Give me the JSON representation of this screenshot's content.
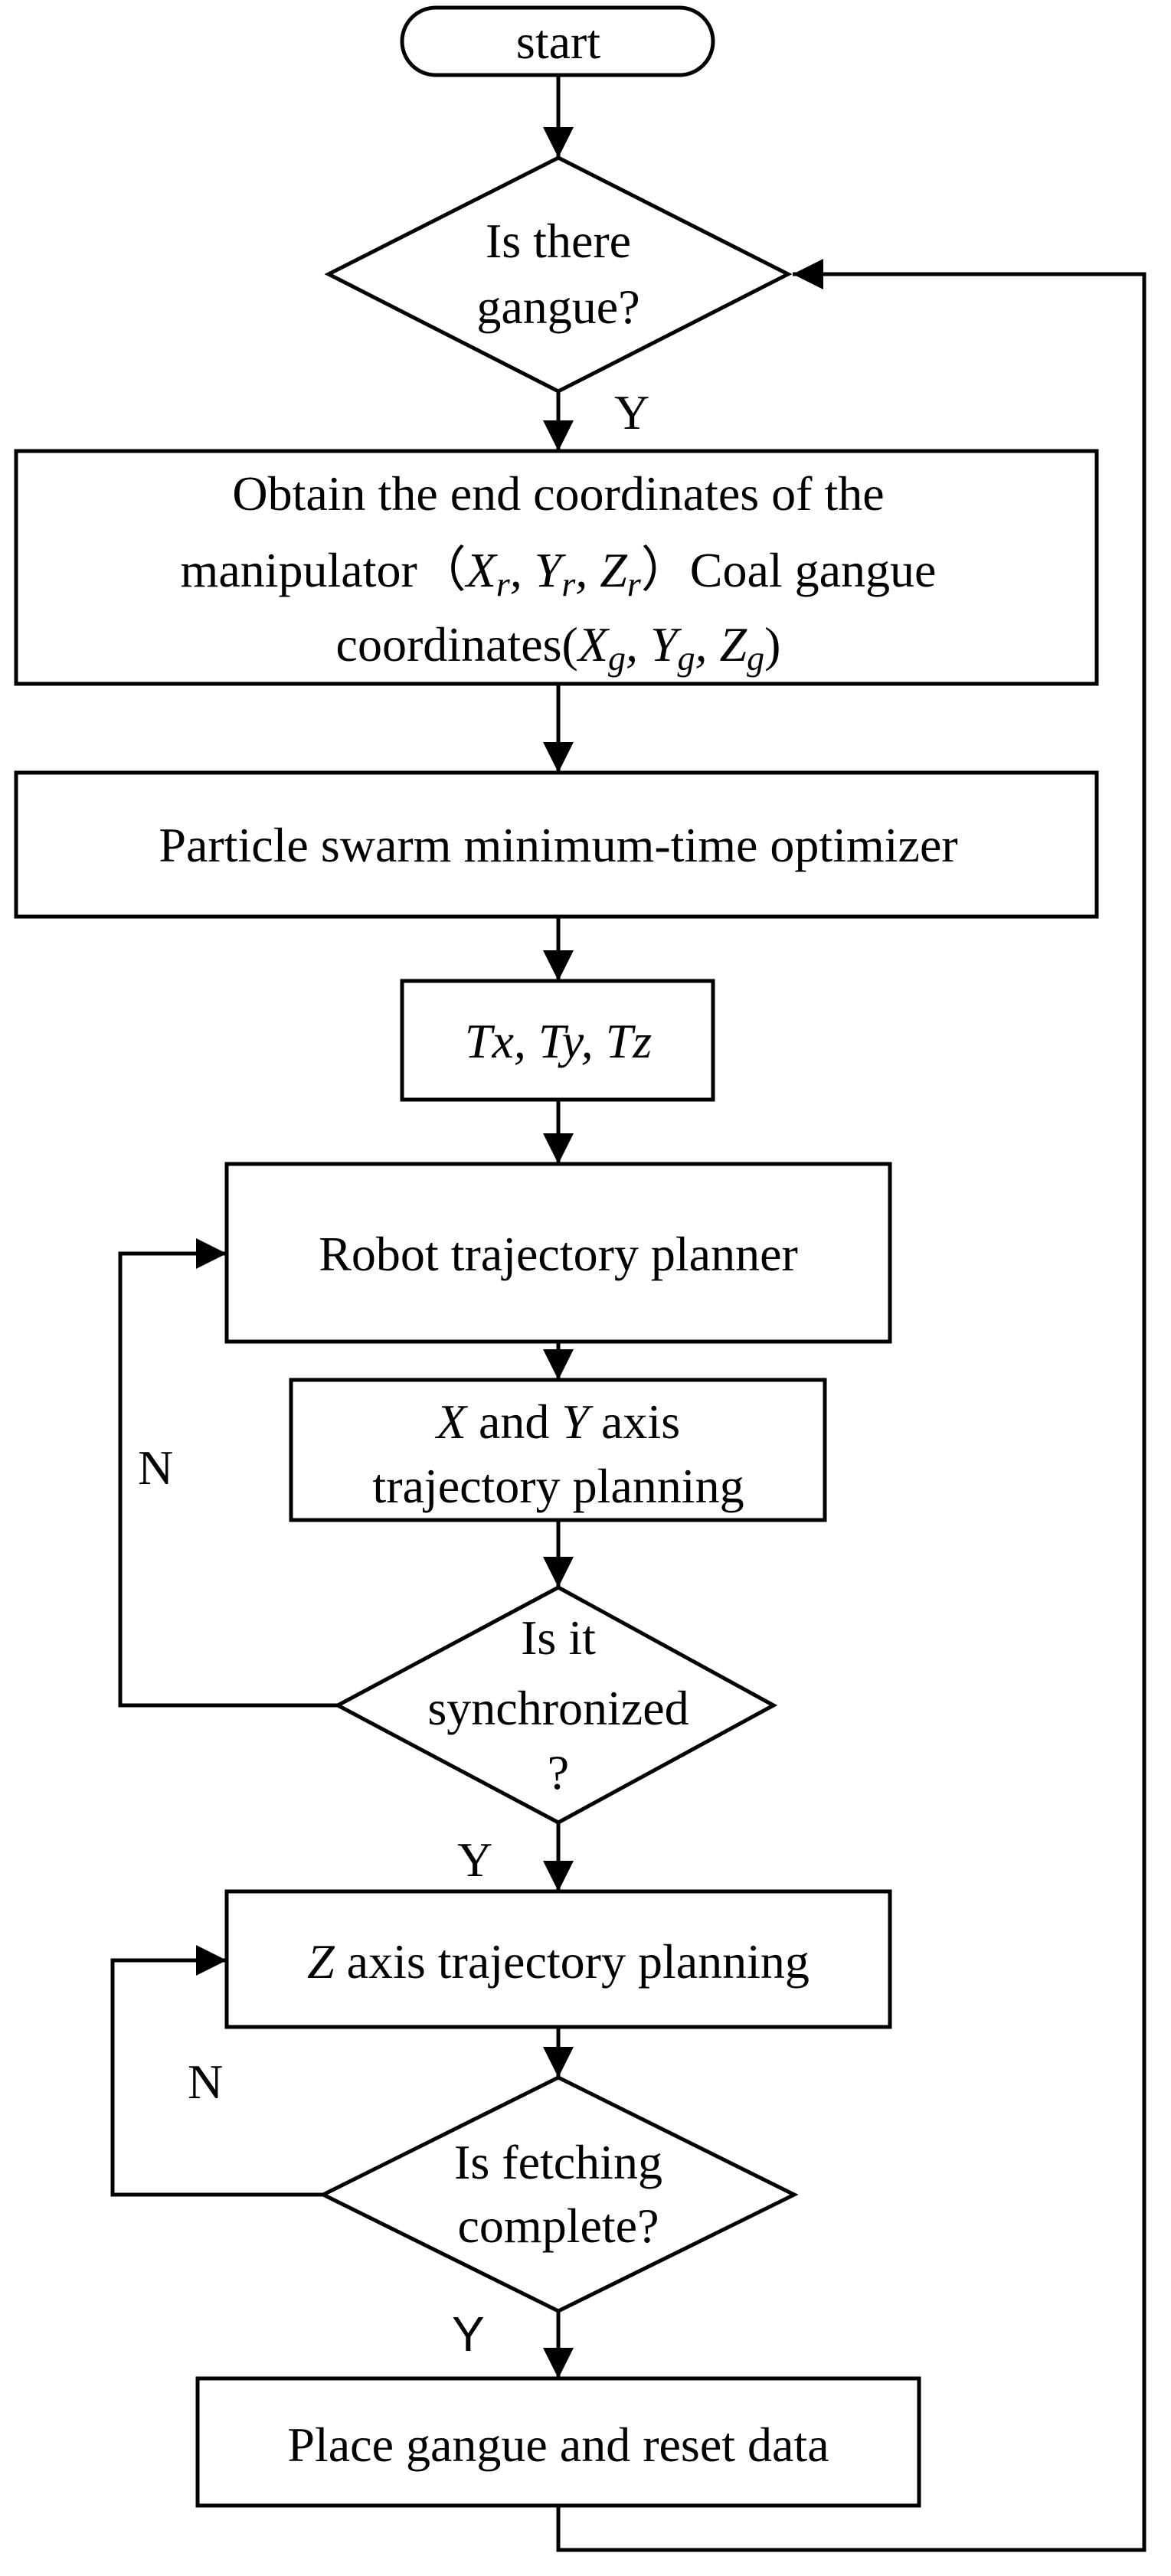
{
  "nodes": {
    "start": "start",
    "d1_line1": "Is there",
    "d1_line2": "gangue?",
    "obtain_line1": "Obtain the end coordinates of the",
    "obtain_line2_pre": "manipulator（",
    "obtain_line2_x": "X",
    "obtain_line2_xs": "r",
    "obtain_line2_y": "Y",
    "obtain_line2_ys": "r",
    "obtain_line2_z": "Z",
    "obtain_line2_zs": "r",
    "obtain_line2_post": "）Coal gangue",
    "obtain_line3_pre": "coordinates(",
    "obtain_line3_x": "X",
    "obtain_line3_xs": "g",
    "obtain_line3_y": "Y",
    "obtain_line3_ys": "g",
    "obtain_line3_z": "Z",
    "obtain_line3_zs": "g",
    "obtain_line3_post": ")",
    "pso": "Particle swarm minimum-time optimizer",
    "times": "Tx, Ty, Tz",
    "planner": "Robot trajectory planner",
    "xy_line1_x": "X",
    "xy_line1_and": " and ",
    "xy_line1_y": "Y",
    "xy_line1_axis": " axis",
    "xy_line2": "trajectory planning",
    "d2_line1": "Is it",
    "d2_line2": "synchronized",
    "d2_line3": "?",
    "z_var": "Z",
    "z_rest": " axis trajectory planning",
    "d3_line1": "Is fetching",
    "d3_line2": "complete?",
    "place": "Place gangue and reset data"
  },
  "edge_labels": {
    "d1_yes": "Y",
    "d2_no": "N",
    "d2_yes": "Y",
    "d3_no": "N",
    "d3_yes": "Y"
  }
}
